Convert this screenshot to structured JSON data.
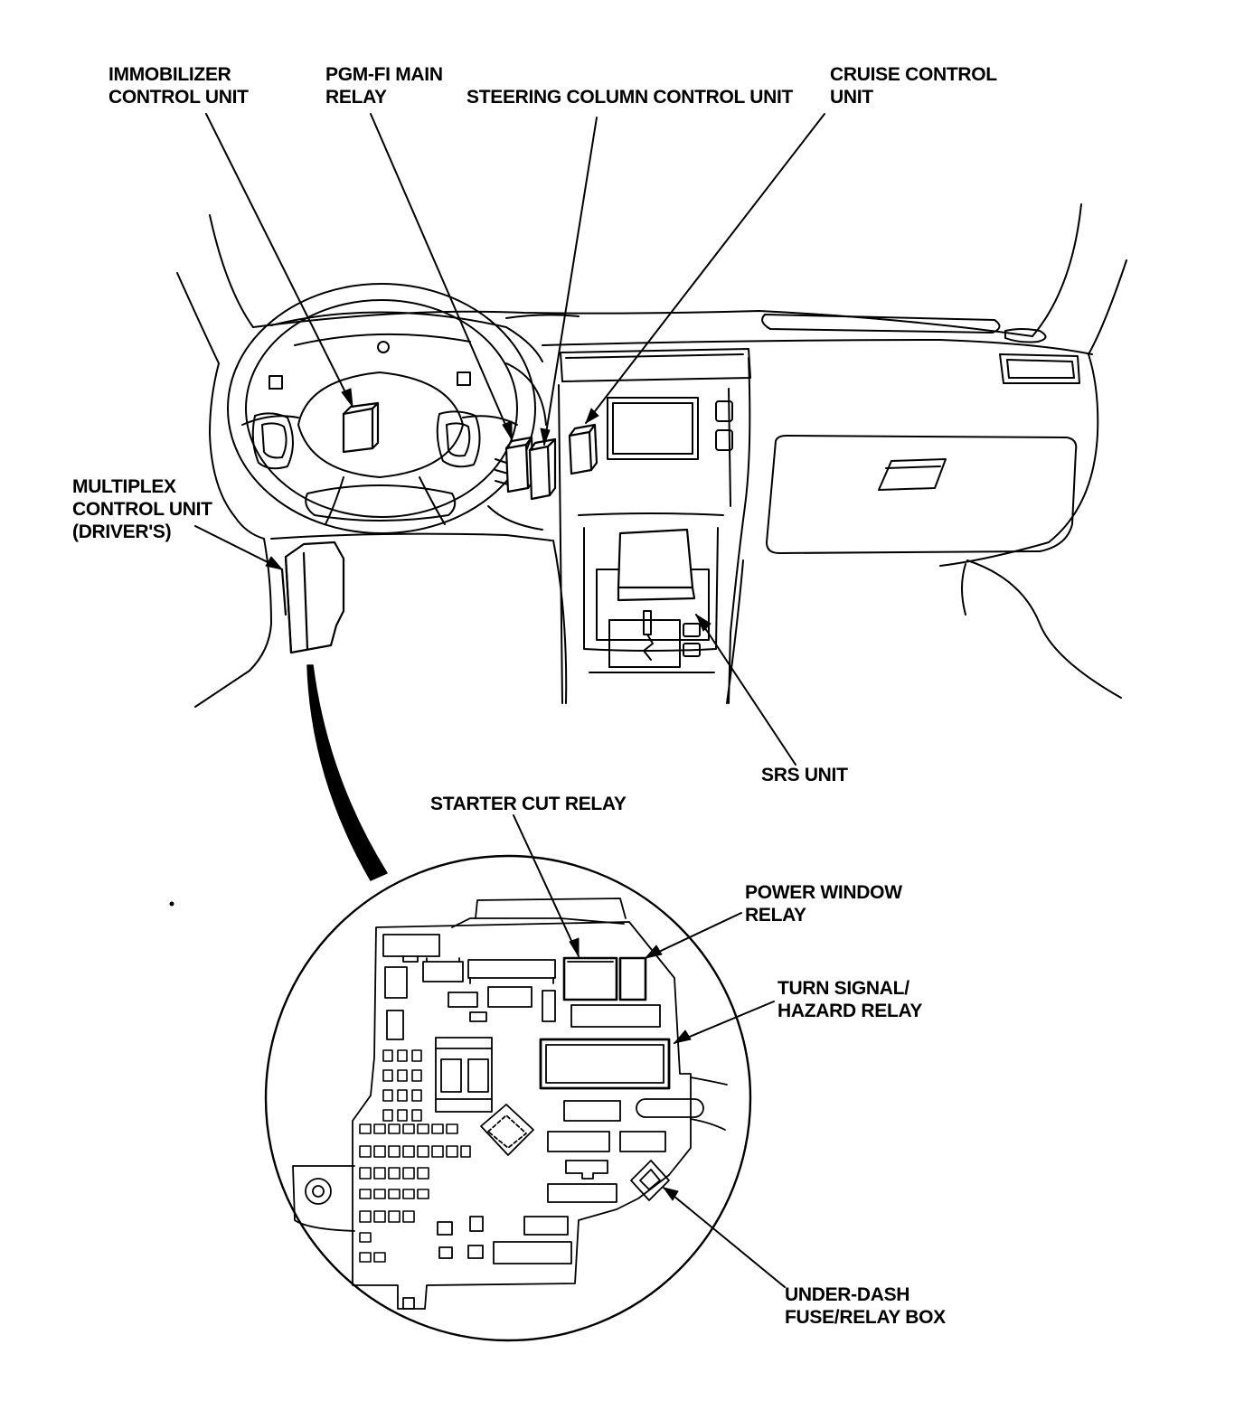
{
  "colors": {
    "ink": "#000000",
    "paper": "#ffffff"
  },
  "labels": {
    "immobilizer": [
      "IMMOBILIZER",
      "CONTROL UNIT"
    ],
    "pgm_fi": [
      "PGM-FI MAIN",
      "RELAY"
    ],
    "steering": [
      "STEERING COLUMN CONTROL UNIT"
    ],
    "cruise": [
      "CRUISE CONTROL",
      "UNIT"
    ],
    "multiplex": [
      "MULTIPLEX",
      "CONTROL UNIT",
      "(DRIVER'S)"
    ],
    "srs": [
      "SRS UNIT"
    ],
    "starter_cut": [
      "STARTER CUT RELAY"
    ],
    "power_window": [
      "POWER WINDOW",
      "RELAY"
    ],
    "turn_signal": [
      "TURN SIGNAL/",
      "HAZARD RELAY"
    ],
    "under_dash": [
      "UNDER-DASH",
      "FUSE/RELAY BOX"
    ]
  }
}
